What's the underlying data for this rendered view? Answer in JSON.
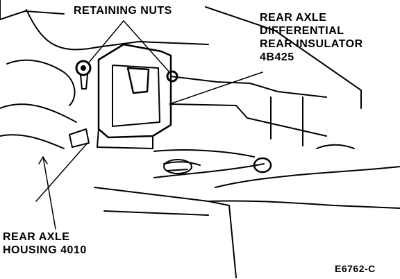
{
  "labels": {
    "retaining_nuts": "RETAINING NUTS",
    "insulator": [
      "REAR AXLE",
      "DIFFERENTIAL",
      "REAR INSULATOR",
      "4B425"
    ],
    "housing": [
      "REAR AXLE",
      "HOUSING 4010"
    ],
    "figure_id": "E6762-C"
  },
  "colors": {
    "ink": "#000000",
    "paper": "#ffffff"
  }
}
